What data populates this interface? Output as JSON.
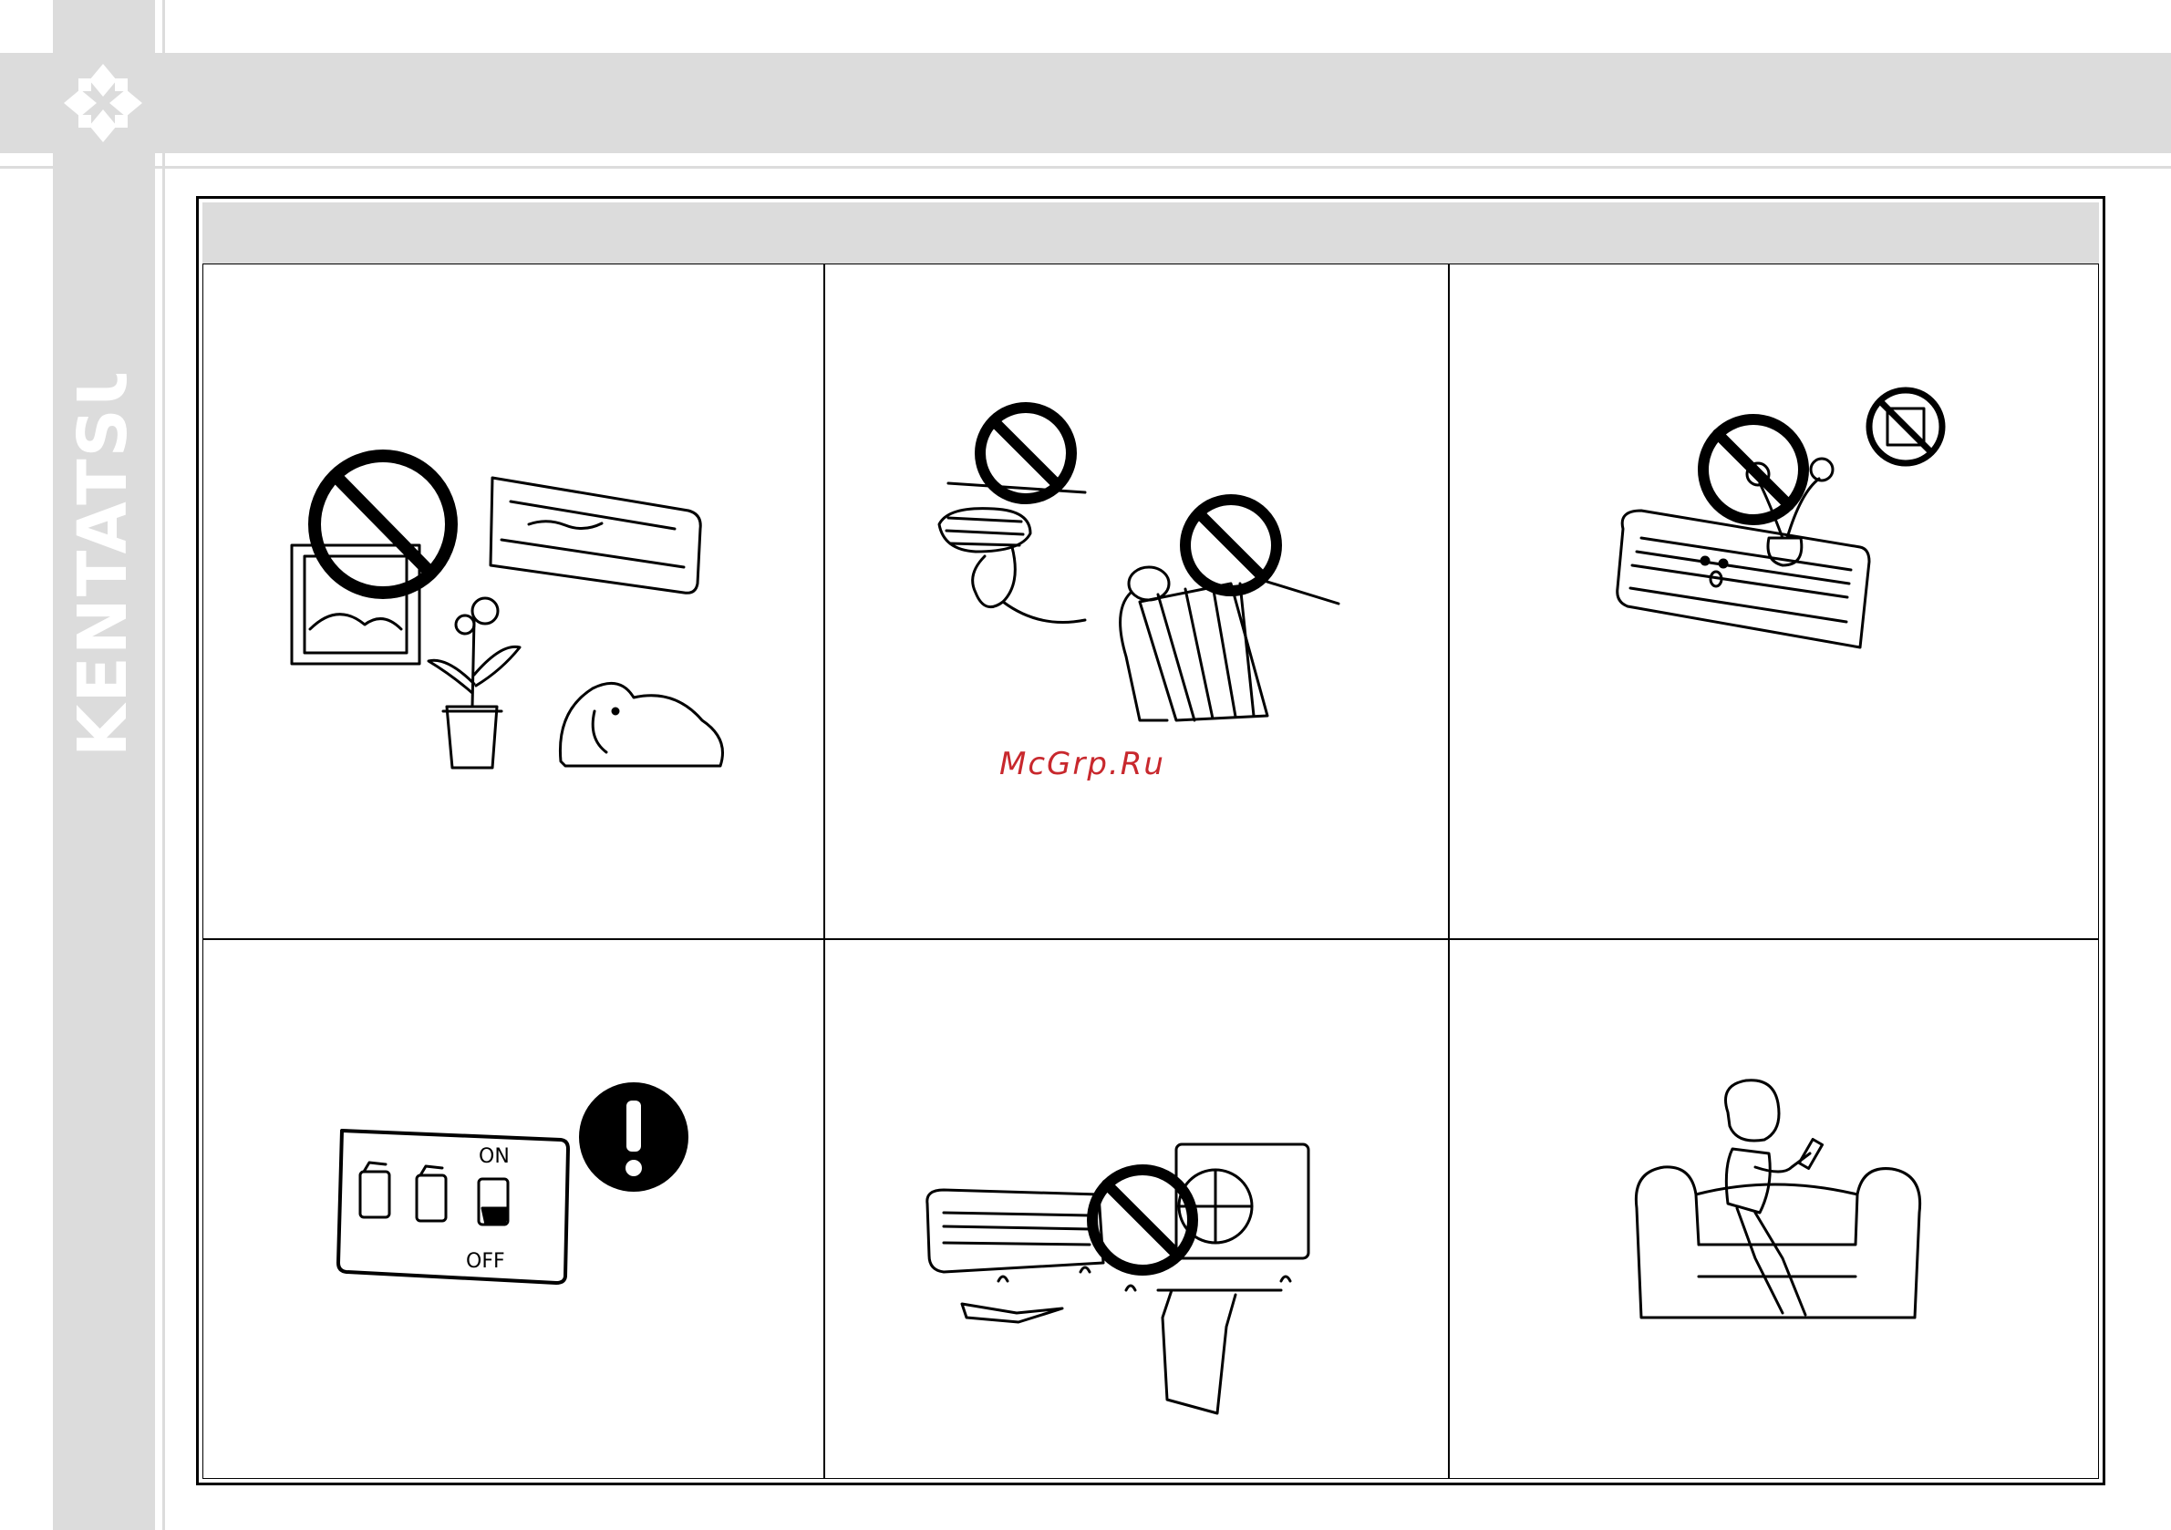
{
  "brand": {
    "name": "KENTATSU"
  },
  "header": {
    "title": ""
  },
  "watermark": {
    "text": "McGrp.Ru"
  },
  "cells": [
    {
      "id": "cell-1",
      "illustration": "prohibited-obstruction"
    },
    {
      "id": "cell-2",
      "illustration": "prohibited-handling"
    },
    {
      "id": "cell-3",
      "illustration": "prohibited-objects-on-unit"
    },
    {
      "id": "cell-4",
      "illustration": "power-switch",
      "switch_labels": {
        "on": "ON",
        "off": "OFF"
      }
    },
    {
      "id": "cell-5",
      "illustration": "prohibited-water-exposure"
    },
    {
      "id": "cell-6",
      "illustration": "person-with-remote"
    }
  ]
}
